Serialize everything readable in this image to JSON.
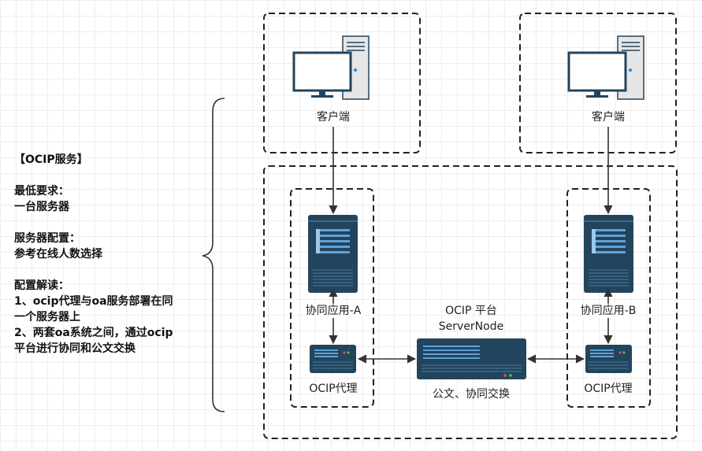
{
  "notes": {
    "title": "【OCIP服务】",
    "req_heading": "最低要求：",
    "req_value": "一台服务器",
    "config_heading": "服务器配置：",
    "config_value": "参考在线人数选择",
    "explain_heading": "配置解读：",
    "explain_1a": "1、ocip代理与oa服务部署在同",
    "explain_1b": "一个服务器上",
    "explain_2a": "2、两套oa系统之间，通过ocip",
    "explain_2b": "平台进行协同和公文交换"
  },
  "nodes": {
    "client_left": "客户端",
    "client_right": "客户端",
    "app_a": "协同应用-A",
    "app_b": "协同应用-B",
    "proxy_left": "OCIP代理",
    "proxy_right": "OCIP代理",
    "platform_line1": "OCIP 平台",
    "platform_line2": "ServerNode",
    "platform_caption": "公文、协同交换"
  },
  "icons": [
    "desktop-computer-icon",
    "rack-server-icon",
    "small-server-icon",
    "wide-server-icon"
  ],
  "colors": {
    "server_body": "#23445d",
    "server_bar": "#5fa2d8",
    "dashed_border": "#222222",
    "monitor_frame": "#23445d",
    "tower_fill": "#e6e6e6"
  }
}
